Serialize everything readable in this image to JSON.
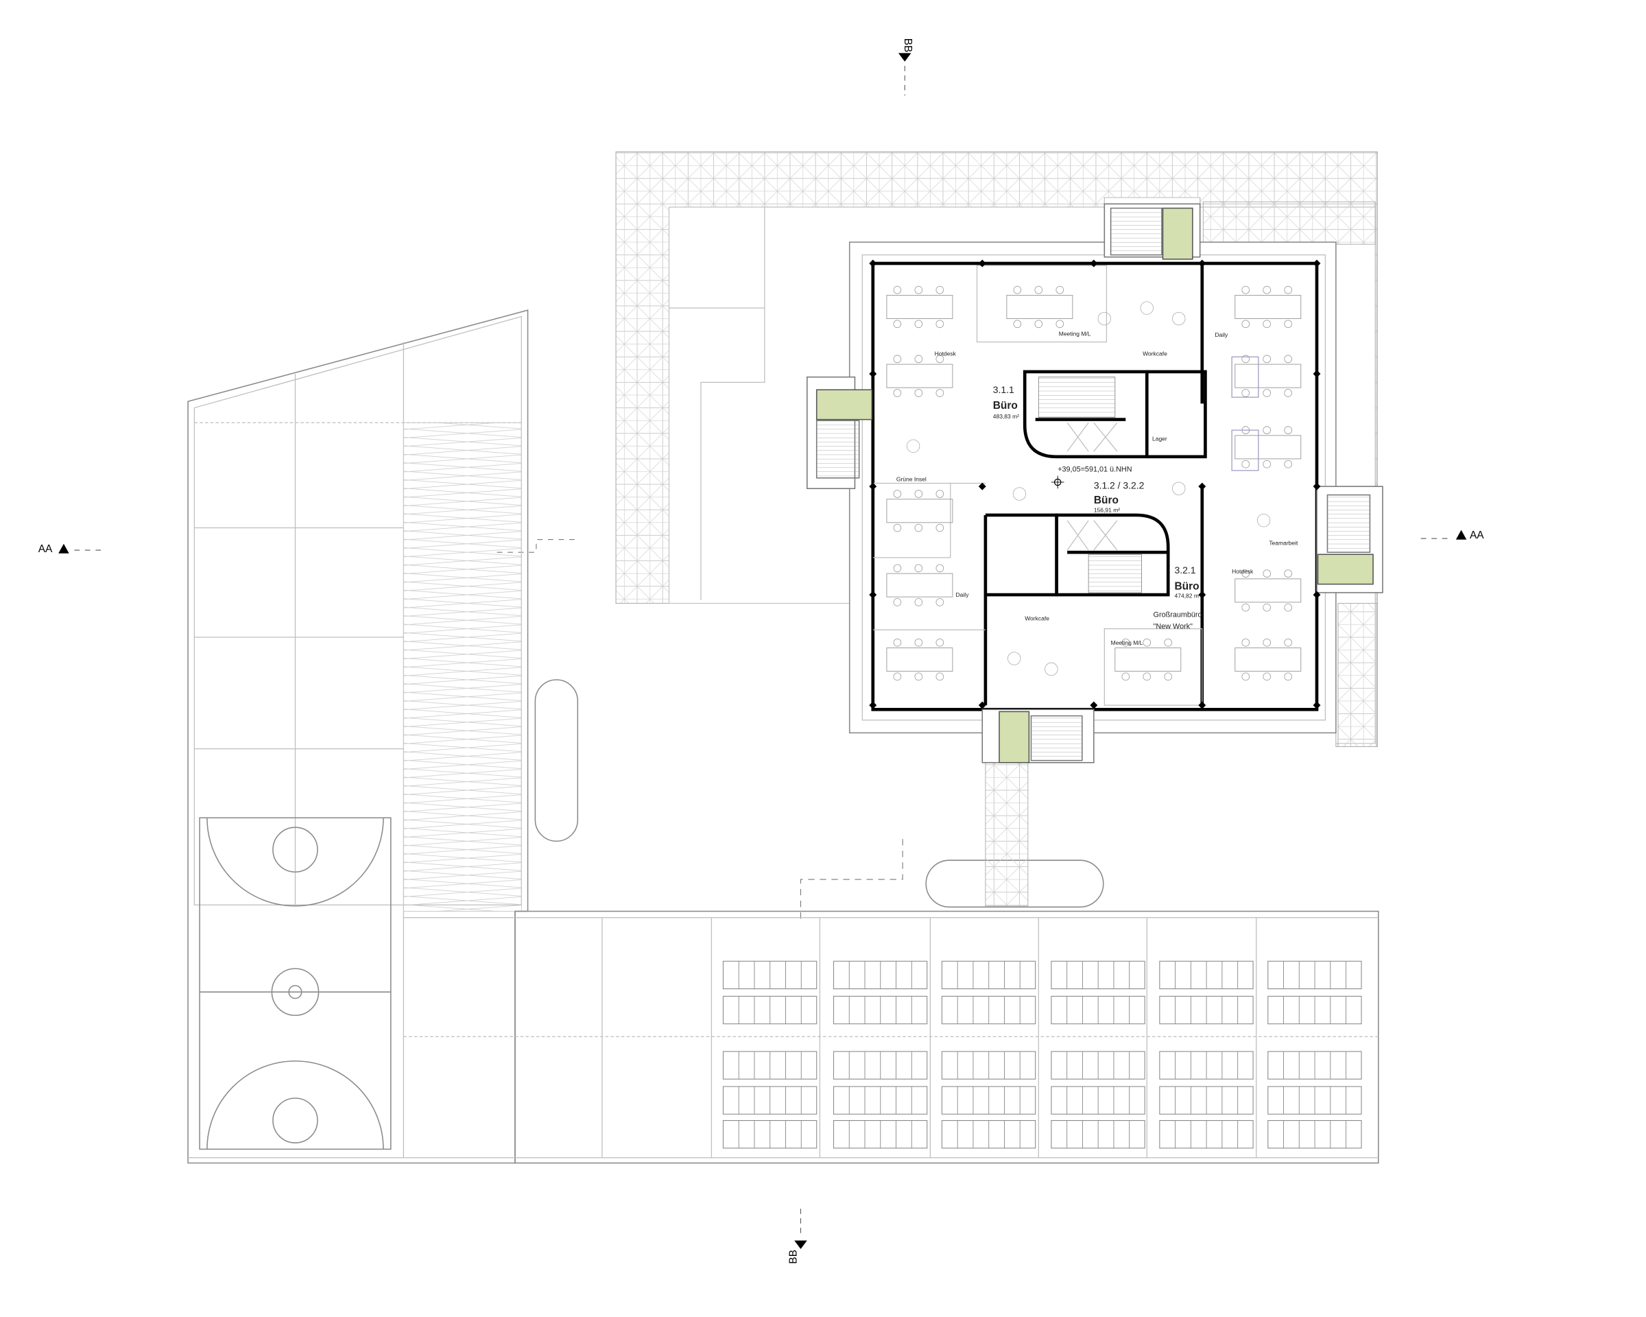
{
  "section_marks": {
    "bb_top": "BB",
    "aa_left": "AA",
    "aa_right": "AA",
    "bb_bottom": "BB"
  },
  "rooms": {
    "hotdesk_north": "Hotdesk",
    "meeting_north": "Meeting M/L",
    "workcafe_north": "Workcafe",
    "daily_north": "Daily",
    "lager": "Lager",
    "gruene_insel": "Grüne Insel",
    "teamarbeit": "Teamarbeit",
    "hotdesk_south": "Hotdesk",
    "daily_south": "Daily",
    "workcafe_south": "Workcafe",
    "meeting_south": "Meeting M/L",
    "grossraum_line1": "Großraumbüro",
    "grossraum_line2": "\"New Work\""
  },
  "units": [
    {
      "id": "3.1.1",
      "name": "Büro",
      "area": "483,83 m²"
    },
    {
      "id": "3.1.2 / 3.2.2",
      "name": "Büro",
      "area": "156,91 m²"
    },
    {
      "id": "3.2.1",
      "name": "Büro",
      "area": "474,82 m²"
    }
  ],
  "elevation": "+39,05=591,01 ü.NHN",
  "colors": {
    "green_roof": "#d4e0b0",
    "wall": "#000000",
    "lines": "#bdbdbd"
  }
}
